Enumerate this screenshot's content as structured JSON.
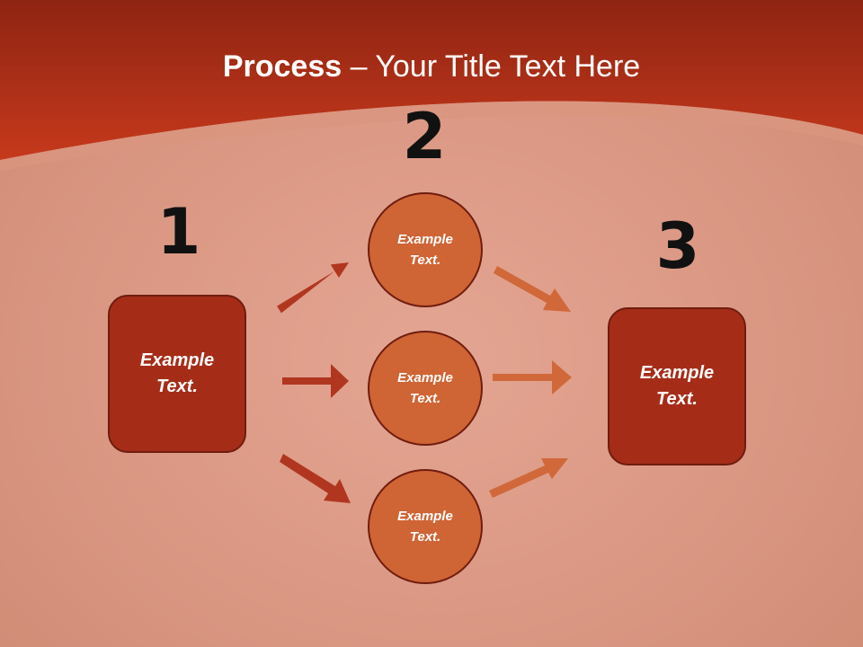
{
  "slide": {
    "title_bold": "Process",
    "title_rest": " – Your Title Text Here"
  },
  "steps": {
    "one": "1",
    "two": "2",
    "three": "3"
  },
  "nodes": {
    "left_box": "Example\nText.",
    "circle_top": "Example\nText.",
    "circle_middle": "Example\nText.",
    "circle_bottom": "Example\nText.",
    "right_box": "Example\nText."
  },
  "colors": {
    "header": "#b8361b",
    "box_fill": "#a52d18",
    "circle_fill": "#cf6434",
    "left_arrows": "#b13620",
    "right_arrows": "#d0683a",
    "outline": "#6f1c0f"
  }
}
